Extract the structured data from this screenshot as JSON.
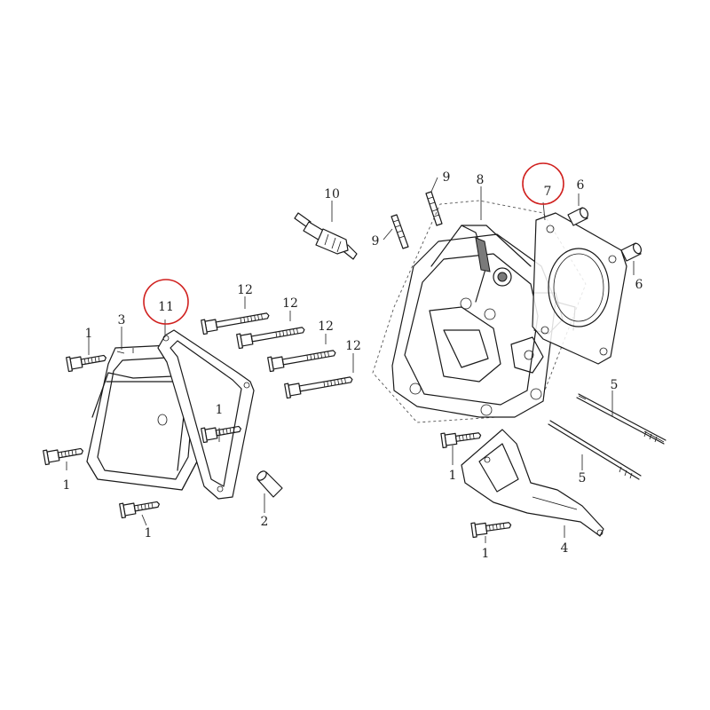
{
  "diagram": {
    "highlight_color": "#d0201e",
    "line_color": "#1a1a1a",
    "labels": {
      "bolt_a": "1",
      "bolt_b": "1",
      "bolt_c": "1",
      "bolt_d": "1",
      "bolt_e": "1",
      "bolt_f": "1",
      "dowel_pin": "2",
      "head_cover": "3",
      "air_guide": "4",
      "stud_a": "5",
      "stud_b": "5",
      "sleeve_a": "6",
      "sleeve_b": "6",
      "head_gasket": "7",
      "cylinder_head": "8",
      "stud_bolt_a": "9",
      "stud_bolt_b": "9",
      "spark_plug": "10",
      "cover_gasket": "11",
      "flange_bolt_a": "12",
      "flange_bolt_b": "12",
      "flange_bolt_c": "12",
      "flange_bolt_d": "12"
    },
    "highlighted_parts": [
      "7",
      "11"
    ]
  }
}
